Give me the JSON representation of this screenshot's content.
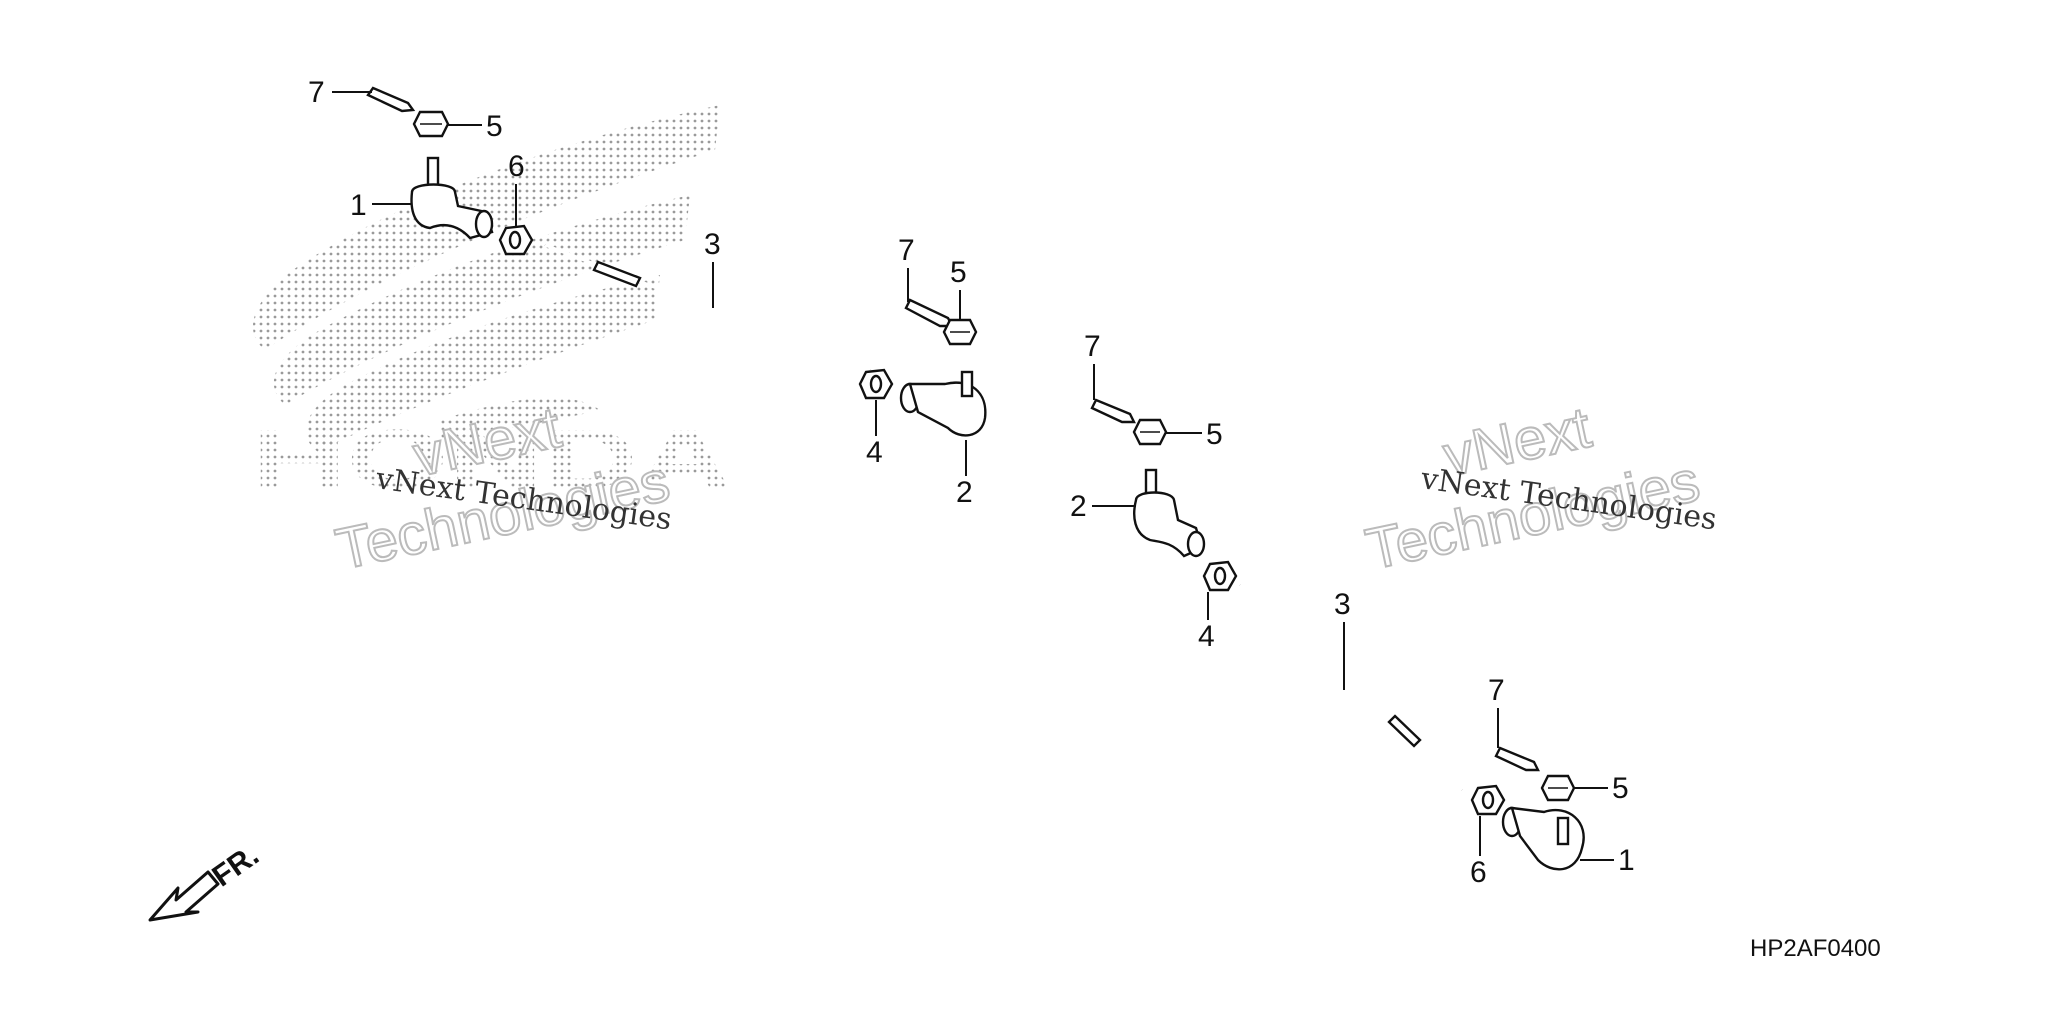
{
  "labels": {
    "tie_rod_end": "1",
    "tie_rod_end_b": "2",
    "tie_rod": "3",
    "lock_nut": "4",
    "castle_nut": "5",
    "lock_nut_b": "6",
    "cotter_pin": "7"
  },
  "watermarks": {
    "company_line": "vNext Technologies",
    "outline_top": "vNext",
    "outline_bottom": "Technologies"
  },
  "logo": {
    "text": "HONDA"
  },
  "direction": {
    "text": "FR."
  },
  "diagram_code": "HP2AF0400",
  "colors": {
    "line": "#111111",
    "watermark": "#bbbbbb",
    "logo_dots": "#9a9a9a"
  }
}
